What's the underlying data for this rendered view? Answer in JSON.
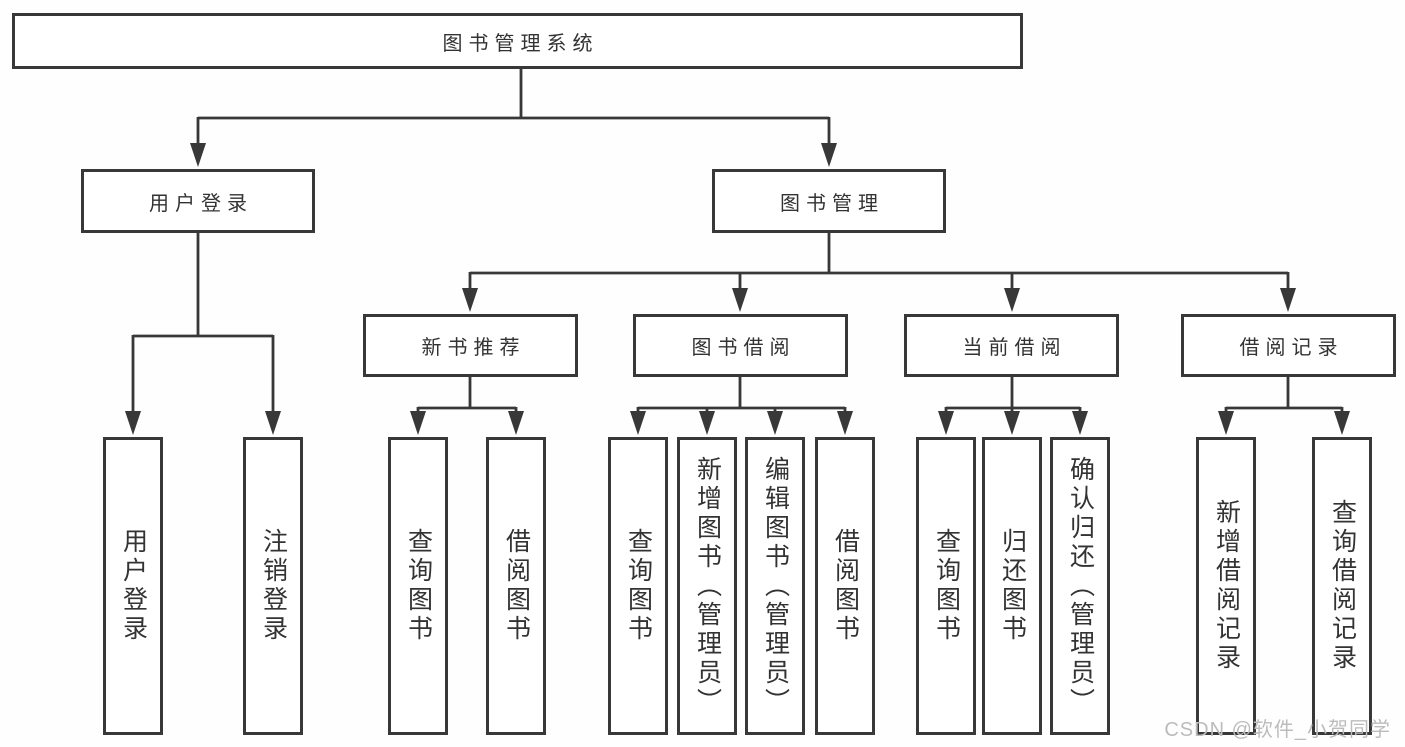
{
  "tree": {
    "root": {
      "label": "图书管理系统"
    },
    "branches": [
      {
        "label": "用户登录",
        "children": [
          {
            "label": "用户登录"
          },
          {
            "label": "注销登录"
          }
        ]
      },
      {
        "label": "图书管理",
        "children": [
          {
            "label": "新书推荐",
            "children": [
              {
                "label": "查询图书"
              },
              {
                "label": "借阅图书"
              }
            ]
          },
          {
            "label": "图书借阅",
            "children": [
              {
                "label": "查询图书"
              },
              {
                "label": "新增图书（管理员）"
              },
              {
                "label": "编辑图书（管理员）"
              },
              {
                "label": "借阅图书"
              }
            ]
          },
          {
            "label": "当前借阅",
            "children": [
              {
                "label": "查询图书"
              },
              {
                "label": "归还图书"
              },
              {
                "label": "确认归还（管理员）"
              }
            ]
          },
          {
            "label": "借阅记录",
            "children": [
              {
                "label": "新增借阅记录"
              },
              {
                "label": "查询借阅记录"
              }
            ]
          }
        ]
      }
    ]
  },
  "watermark": {
    "text": "CSDN @软件_小贺同学"
  },
  "colors": {
    "line": "#383838",
    "box_border": "#383838",
    "text": "#333333",
    "background": "#fefefe",
    "watermark": "#bcbcbc"
  }
}
